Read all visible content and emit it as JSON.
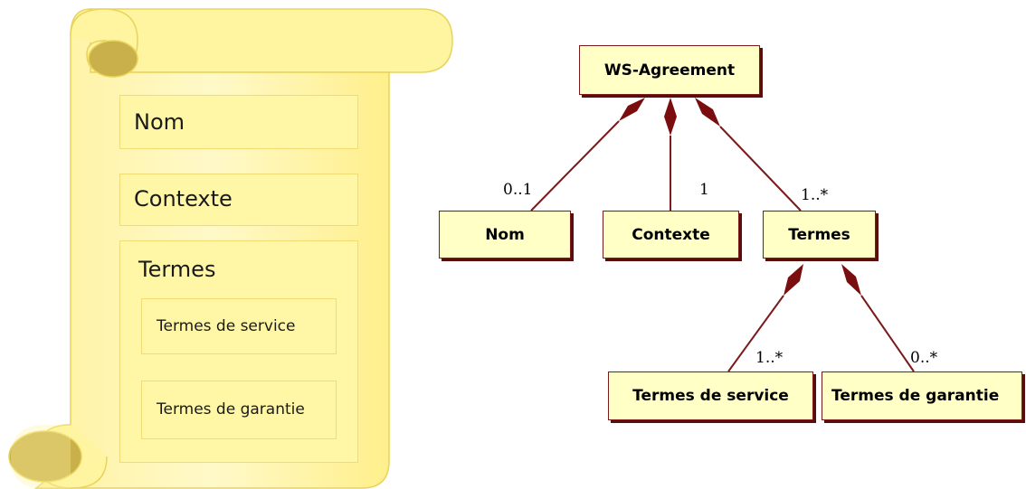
{
  "scroll": {
    "name_label": "Nom",
    "context_label": "Contexte",
    "terms_label": "Termes",
    "service_terms_label": "Termes de service",
    "guarantee_terms_label": "Termes de garantie"
  },
  "uml": {
    "root": "WS-Agreement",
    "nom": "Nom",
    "contexte": "Contexte",
    "termes": "Termes",
    "termes_service": "Termes de service",
    "termes_garantie": "Termes de garantie",
    "mult_nom": "0..1",
    "mult_contexte": "1",
    "mult_termes": "1..*",
    "mult_service": "1..*",
    "mult_garantie": "0..*"
  },
  "colors": {
    "scroll_fill": "#fff7a6",
    "scroll_edge": "#e8d45a",
    "uml_fill": "#ffffc6",
    "uml_border": "#7a1a1a"
  }
}
